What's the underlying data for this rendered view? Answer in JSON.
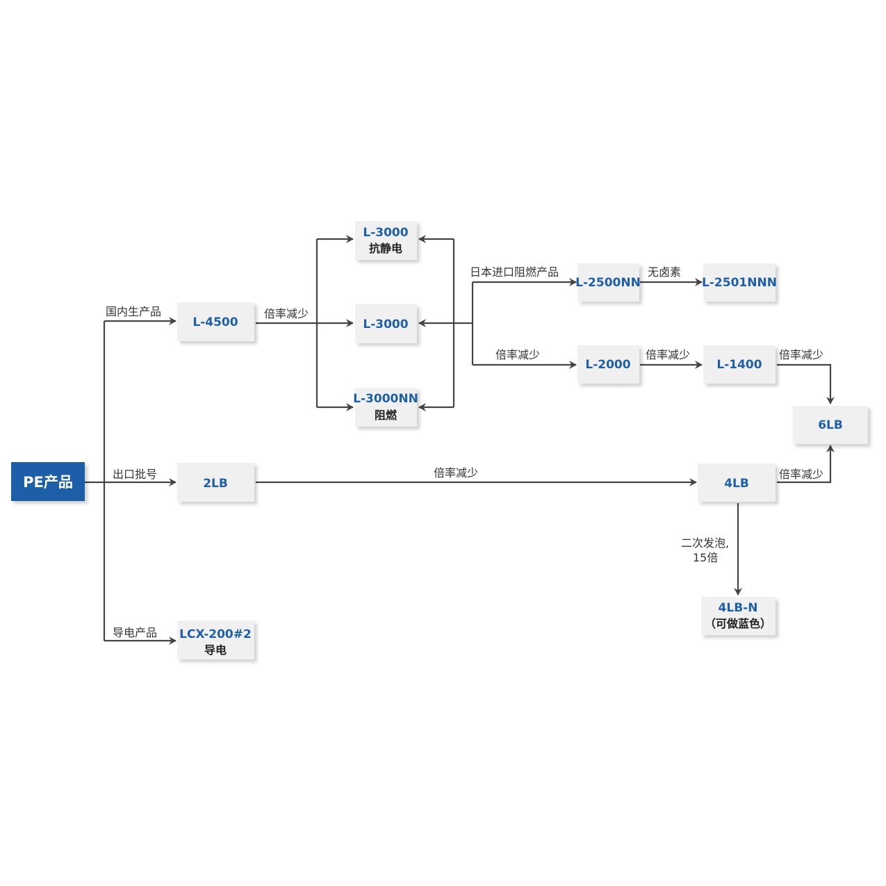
{
  "nodes": {
    "root": {
      "label": "PE产品"
    },
    "l4500": {
      "code": "L-4500"
    },
    "lb2": {
      "code": "2LB"
    },
    "lcx": {
      "code": "LCX-200#2",
      "sub": "导电"
    },
    "l3000_antistatic": {
      "code": "L-3000",
      "sub": "抗静电"
    },
    "l3000": {
      "code": "L-3000"
    },
    "l3000nn": {
      "code": "L-3000NN",
      "sub": "阻燃"
    },
    "l2500nn": {
      "code": "L-2500NN"
    },
    "l2501nnn": {
      "code": "L-2501NNN"
    },
    "l2000": {
      "code": "L-2000"
    },
    "l1400": {
      "code": "L-1400"
    },
    "lb6": {
      "code": "6LB"
    },
    "lb4": {
      "code": "4LB"
    },
    "lb4n": {
      "code": "4LB-N",
      "sub": "（可做蓝色）"
    }
  },
  "edges": {
    "domestic": "国内生产品",
    "export": "出口批号",
    "conductive": "导电产品",
    "rate_4500": "倍率减少",
    "japan_fr": "日本进口阻燃产品",
    "halogen_free": "无卤素",
    "rate_3000": "倍率减少",
    "rate_2000": "倍率减少",
    "rate_1400": "倍率减少",
    "rate_2lb": "倍率减少",
    "rate_4lb": "倍率减少",
    "foam_line1": "二次发泡,",
    "foam_line2": "15倍"
  }
}
